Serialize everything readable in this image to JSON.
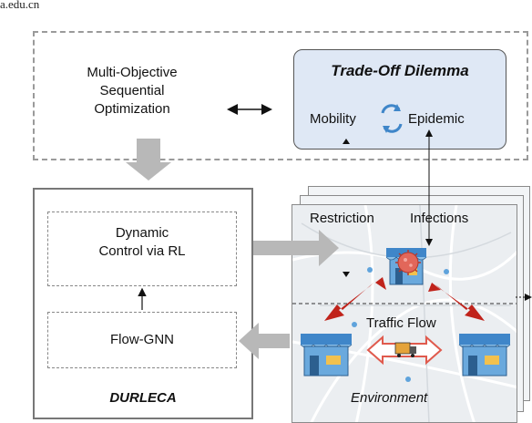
{
  "header_fragment": "a.edu.cn",
  "optimization": {
    "line1": "Multi-Objective",
    "line2": "Sequential",
    "line3": "Optimization"
  },
  "dilemma": {
    "title": "Trade-Off Dilemma",
    "mobility": "Mobility",
    "epidemic": "Epidemic"
  },
  "durleca": {
    "control_line1": "Dynamic",
    "control_line2": "Control via RL",
    "gnn": "Flow-GNN",
    "label": "DURLECA"
  },
  "environment": {
    "restriction": "Restriction",
    "infections": "Infections",
    "traffic": "Traffic Flow",
    "label": "Environment"
  },
  "colors": {
    "dilemma_fill": "#dfe8f5",
    "red_arrow": "#c0231b",
    "store_blue": "#3f86c9",
    "virus": "#e2675a",
    "gray_arrow": "#b8b8b8"
  },
  "icons": [
    "refresh-cycle-icon",
    "virus-icon",
    "store-icon",
    "truck-icon"
  ]
}
